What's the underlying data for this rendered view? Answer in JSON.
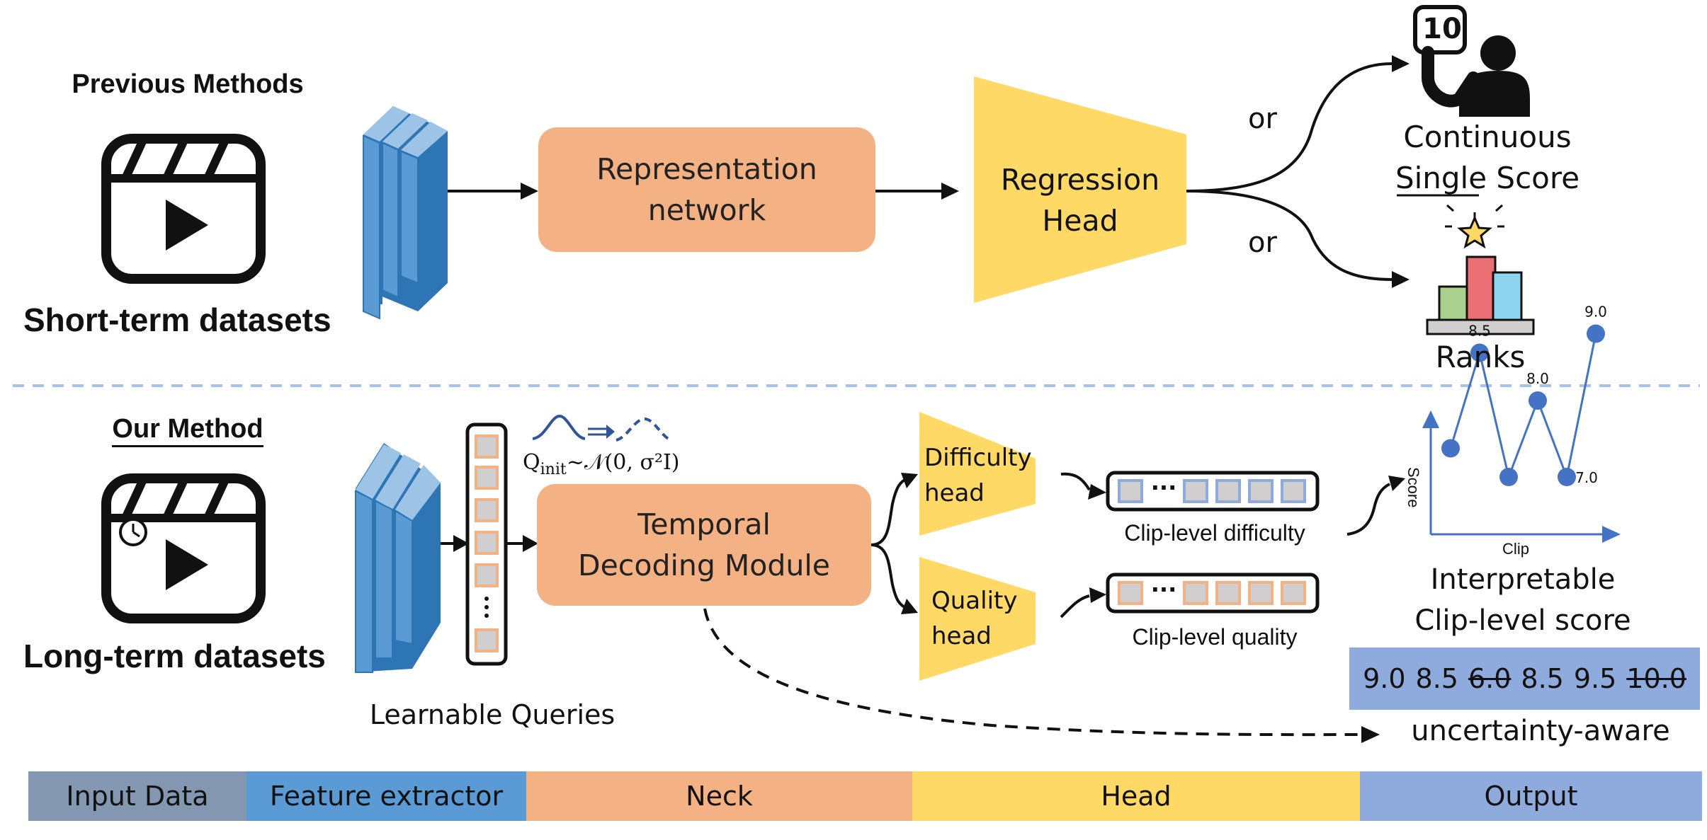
{
  "top": {
    "section_title": "Previous Methods",
    "dataset_label": "Short-term datasets",
    "representation_line1": "Representation",
    "representation_line2": "network",
    "regression_line1": "Regression",
    "regression_line2": "Head",
    "or_upper": "or",
    "or_lower": "or",
    "score_icon_number": "10",
    "continuous_line1": "Continuous",
    "single_word": "Single",
    "score_word": " Score",
    "ranks_label": "Ranks"
  },
  "bottom": {
    "section_title": "Our Method",
    "dataset_label": "Long-term datasets",
    "queries_label": "Learnable Queries",
    "qinit_label": "Q",
    "qinit_sub": "init",
    "qinit_dist": "~𝒩(0, σ²I)",
    "temporal_line1": "Temporal",
    "temporal_line2": "Decoding Module",
    "difficulty_line1": "Difficulty",
    "difficulty_line2": "head",
    "quality_line1": "Quality",
    "quality_line2": "head",
    "ellipsis": "···",
    "clip_difficulty": "Clip-level difficulty",
    "clip_quality": "Clip-level quality",
    "plot_ylabel": "Score",
    "plot_xlabel": "Clip",
    "plot_points": [
      {
        "label": "",
        "value": 7.5
      },
      {
        "label": "8.5",
        "value": 8.5
      },
      {
        "label": "",
        "value": 7.2
      },
      {
        "label": "8.0",
        "value": 8.0
      },
      {
        "label": "7.0",
        "value": 7.2
      },
      {
        "label": "9.0",
        "value": 8.7
      }
    ],
    "interpretable_line1": "Interpretable",
    "interpretable_line2": "Clip-level score",
    "score_strip": [
      {
        "text": "9.0",
        "struck": false
      },
      {
        "text": "8.5",
        "struck": false
      },
      {
        "text": "6.0",
        "struck": true
      },
      {
        "text": "8.5",
        "struck": false
      },
      {
        "text": "9.5",
        "struck": false
      },
      {
        "text": "10.0",
        "struck": true
      }
    ],
    "uncertainty_label": "uncertainty-aware"
  },
  "legend": [
    {
      "label": "Input Data",
      "color": "#8497b0"
    },
    {
      "label": "Feature extractor",
      "color": "#5b9bd5"
    },
    {
      "label": "Neck",
      "color": "#f4b183"
    },
    {
      "label": "Head",
      "color": "#ffd966"
    },
    {
      "label": "Output",
      "color": "#8faadc"
    }
  ],
  "colors": {
    "feature_blue": "#4a7fb5",
    "neck_orange": "#f4b183",
    "head_yellow": "#ffd966",
    "output_blue": "#8faadc",
    "plot_blue": "#4472c4",
    "divider": "#a9c2e8"
  }
}
